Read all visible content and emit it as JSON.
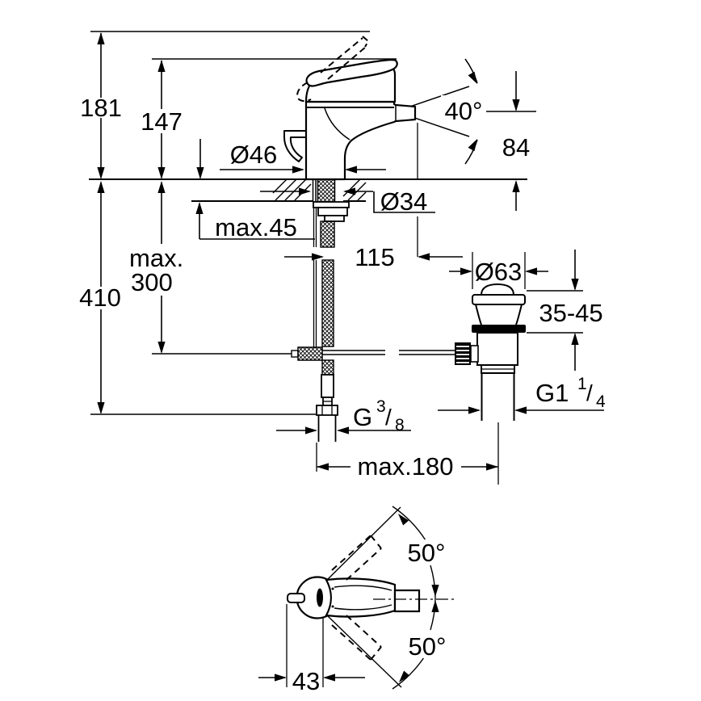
{
  "drawing": {
    "type": "technical-dimension-drawing",
    "subject": "single-lever bidet mixer with pop-up waste, front elevation and handle top view",
    "colors": {
      "line": "#000000",
      "background": "#ffffff"
    }
  },
  "labels": {
    "total_height": "181",
    "lever_height": "147",
    "body_diameter": "Ø46",
    "spray_angle": "40°",
    "spout_height": "84",
    "hole_diameter": "Ø34",
    "deck_thickness": "max.45",
    "rod_depth_1": "max.",
    "rod_depth_2": "300",
    "hose_depth": "410",
    "spout_reach": "115",
    "waste_diameter": "Ø63",
    "waste_deck_range": "35-45",
    "reach_max": "max.180",
    "swivel_upper": "50°",
    "swivel_lower": "50°",
    "handle_offset": "43",
    "supply_thread": {
      "g": "G",
      "sup": "3",
      "slash": "/",
      "sub": "8"
    },
    "waste_thread": {
      "g": "G1",
      "sup": "1",
      "slash": "/",
      "sub": "4"
    }
  }
}
